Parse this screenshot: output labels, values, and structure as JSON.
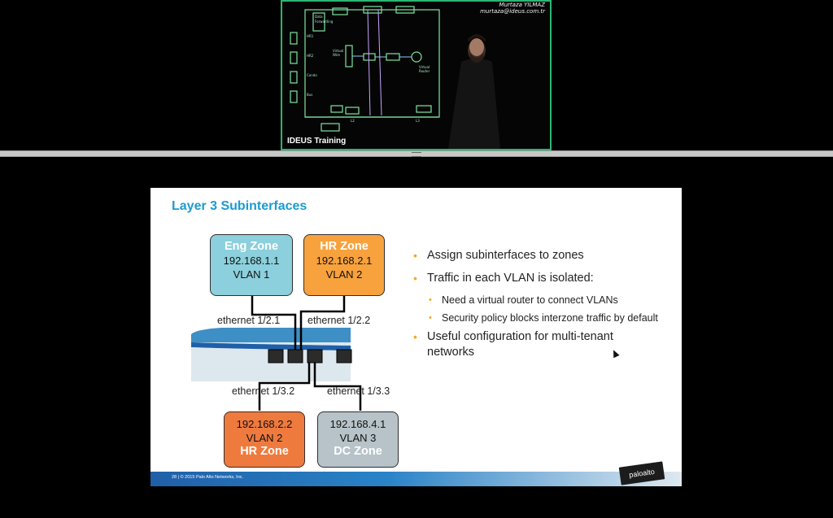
{
  "video": {
    "caption": "IDEUS Training",
    "presenter_name": "Murtaza YILMAZ",
    "presenter_email": "murtaza@ideus.com.tr",
    "border_color": "#2bb673"
  },
  "slide": {
    "title": "Layer 3 Subinterfaces",
    "title_color": "#1b9bd1",
    "zones": {
      "eng": {
        "name": "Eng Zone",
        "ip": "192.168.1.1",
        "vlan": "VLAN 1",
        "color": "#8bd0dc"
      },
      "hr_top": {
        "name": "HR Zone",
        "ip": "192.168.2.1",
        "vlan": "VLAN 2",
        "color": "#f8a23d"
      },
      "hr_bottom": {
        "name": "HR Zone",
        "ip": "192.168.2.2",
        "vlan": "VLAN 2",
        "color": "#ef7a3e"
      },
      "dc": {
        "name": "DC Zone",
        "ip": "192.168.4.1",
        "vlan": "VLAN 3",
        "color": "#b7c3c8"
      }
    },
    "interfaces": {
      "eth121": "ethernet 1/2.1",
      "eth122": "ethernet 1/2.2",
      "eth132": "ethernet 1/3.2",
      "eth133": "ethernet 1/3.3"
    },
    "bullets": [
      {
        "text": "Assign subinterfaces to zones"
      },
      {
        "text": "Traffic in each VLAN is isolated:"
      },
      {
        "text": "Need a virtual router to connect VLANs",
        "level": 2
      },
      {
        "text": "Security policy blocks interzone traffic by default",
        "level": 2
      },
      {
        "text": "Useful configuration for multi-tenant networks"
      }
    ],
    "bullet_color": "#f5a623",
    "footer": "28  |  © 2015 Palo Alto Networks, Inc.",
    "logo": "paloalto"
  }
}
